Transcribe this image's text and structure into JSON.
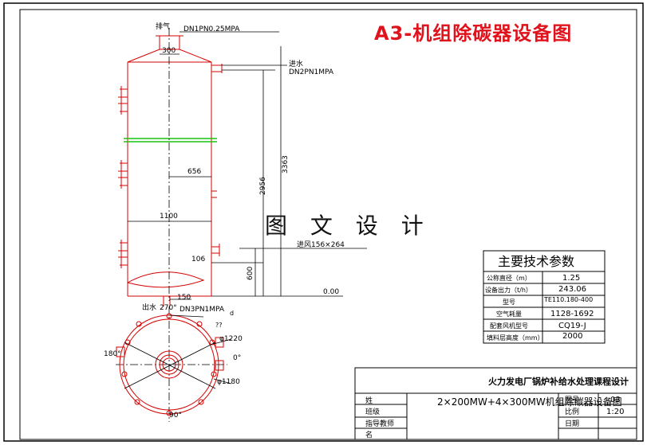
{
  "title": "A3-机组除碳器设备图",
  "watermark": "图 文 设 计",
  "vessel": {
    "vent_label": "排气",
    "top_nozzle": "DN1PN0.25MPA",
    "top_dim": "300",
    "water_in_label": "进水",
    "water_in_spec": "DN2PN1MPA",
    "dim_656": "656",
    "dim_2956": "2956",
    "dim_3363": "3363",
    "dim_1100": "1100",
    "air_in": "进风156×264",
    "dim_106": "106",
    "dim_600": "600",
    "level_zero": "0.00",
    "dim_150": "150",
    "water_out_label": "出水",
    "water_out_spec": "DN3PN1MPA",
    "angle_270": "270°",
    "sub_d": "d",
    "qq": "??",
    "dia_1220": "φ1220",
    "dia_1180": "φ1180",
    "angle_180": "180°",
    "angle_0": "0°",
    "angle_90": "90°"
  },
  "spec_table": {
    "header": "主要技术参数",
    "rows": [
      {
        "label": "公称直径（m）",
        "value": "1.25"
      },
      {
        "label": "设备出力（t/h）",
        "value": "243.06"
      },
      {
        "label": "型号",
        "value": "TE110.180-400"
      },
      {
        "label": "空气耗量",
        "value": "1128-1692"
      },
      {
        "label": "配套风机型号",
        "value": "CQ19-J"
      },
      {
        "label": "填料层高度（mm）",
        "value": "2000"
      }
    ]
  },
  "title_block": {
    "school": "火力发电厂锅炉补给水处理课程设计",
    "name_main": "2×200MW+4×300MW机组除碳器设备图",
    "rows_left": [
      "姓",
      "名",
      "班级",
      "指导教师"
    ],
    "drawing_no_label": "图号",
    "drawing_no": "03",
    "scale_label": "比例",
    "scale": "1:20",
    "date_label": "日期"
  }
}
